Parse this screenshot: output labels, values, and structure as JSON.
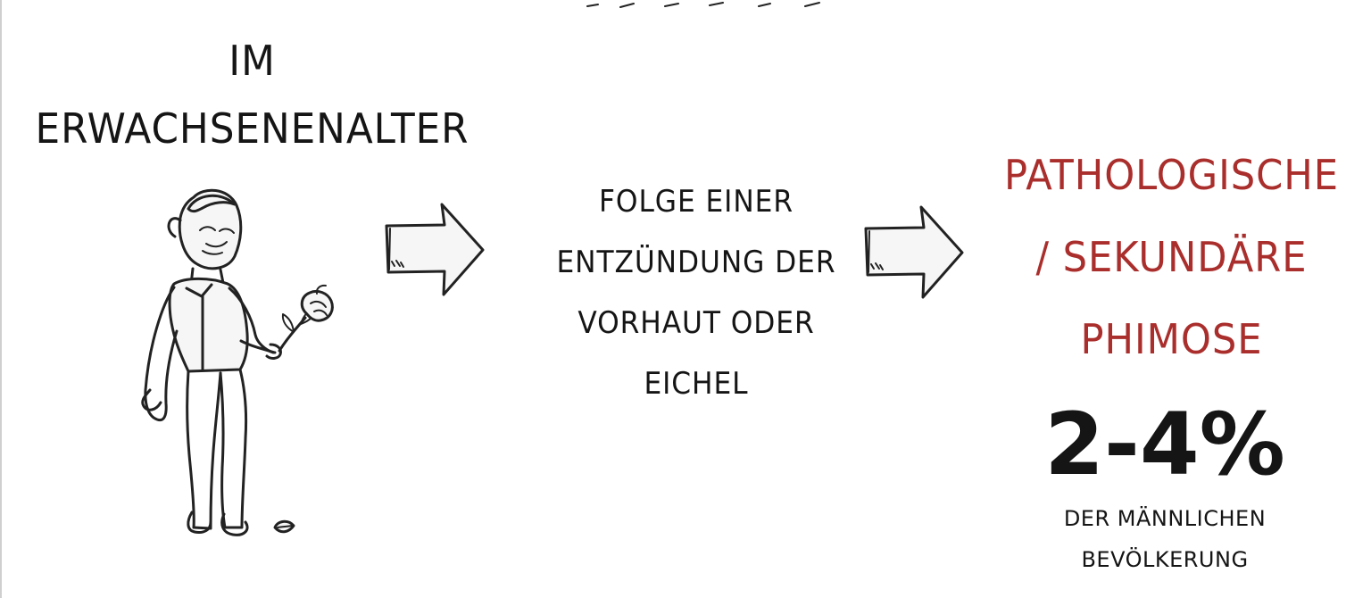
{
  "left": {
    "line1": "IM",
    "line2": "ERWACHSENENALTER"
  },
  "middle": {
    "line1": "FOLGE EINER",
    "line2": "ENTZÜNDUNG DER",
    "line3": "VORHAUT ODER",
    "line4": "EICHEL"
  },
  "result": {
    "line1": "PATHOLOGISCHE",
    "line2": "/ SEKUNDÄRE",
    "line3": "PHIMOSE"
  },
  "stat": {
    "percentage": "2-4%",
    "line1": "DER MÄNNLICHEN",
    "line2": "BEVÖLKERUNG"
  },
  "icons": [
    "sad-man-with-flower-illustration",
    "right-arrow-icon",
    "right-arrow-icon",
    "fallen-petal-icon"
  ],
  "colors": {
    "text": "#151515",
    "accent_red": "#a92e2c",
    "background": "#ffffff"
  }
}
